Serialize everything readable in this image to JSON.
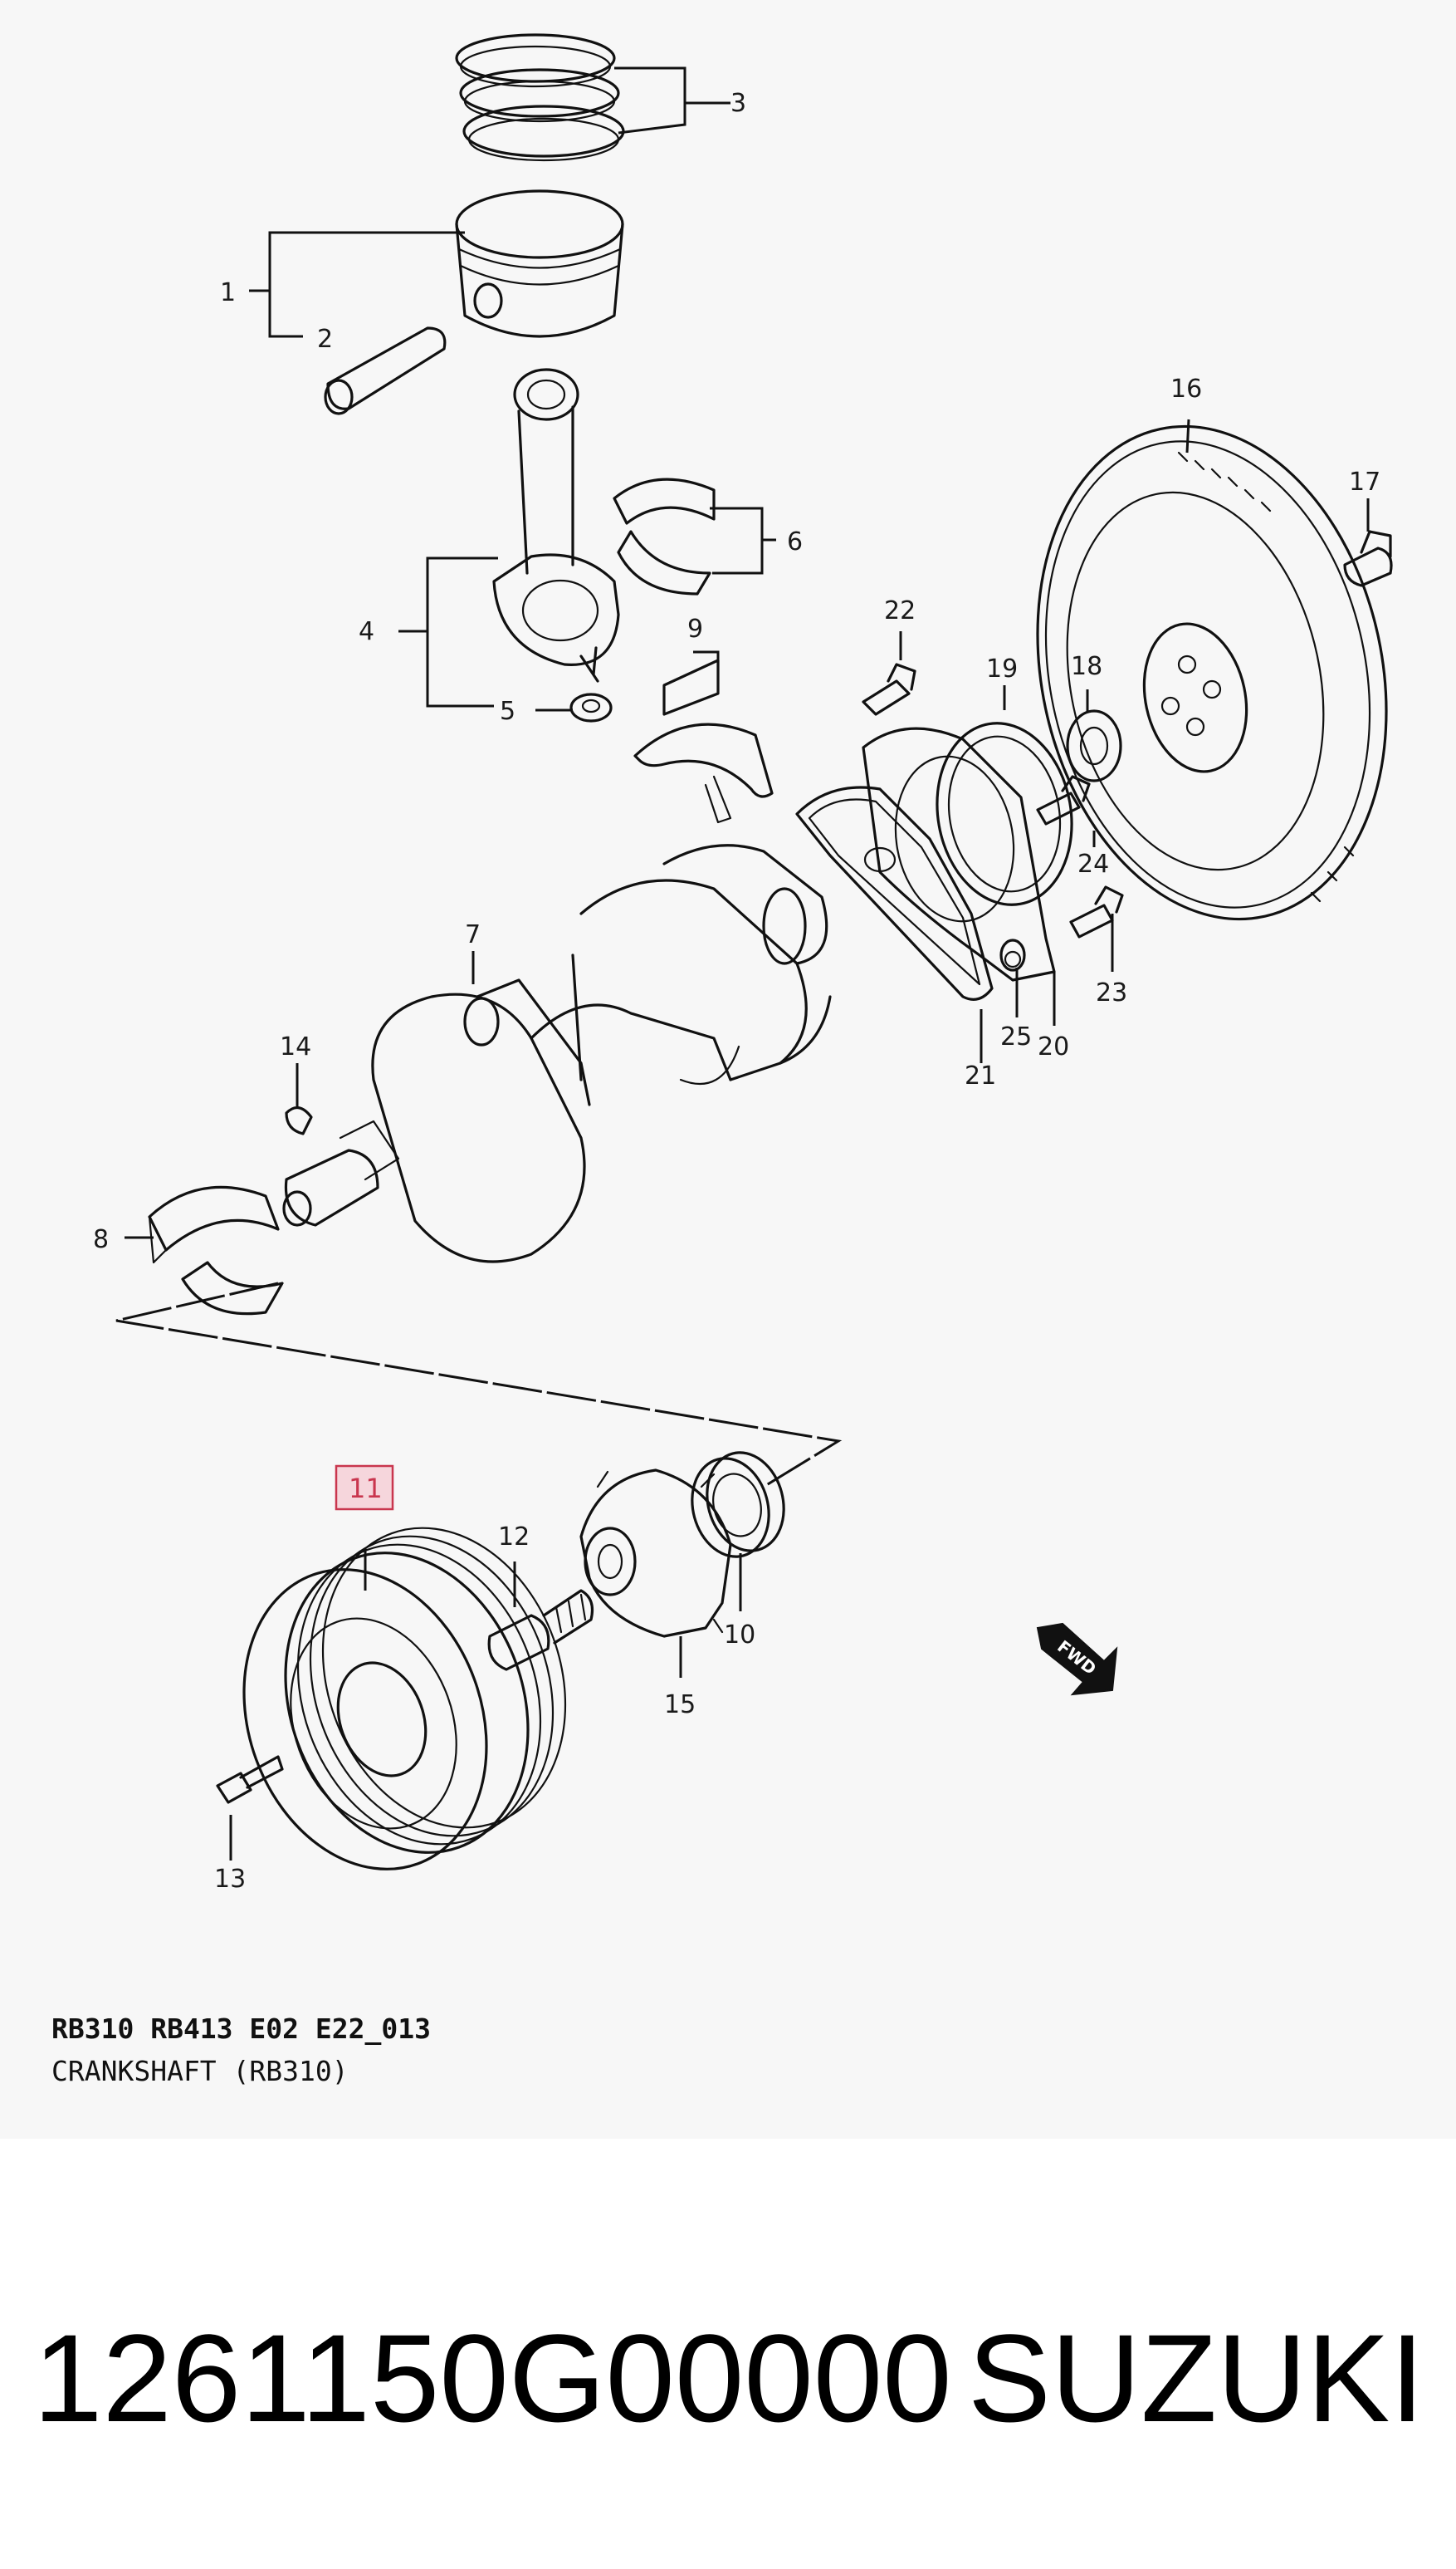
{
  "diagram": {
    "callouts": [
      "1",
      "2",
      "3",
      "4",
      "5",
      "6",
      "7",
      "8",
      "9",
      "10",
      "11",
      "12",
      "13",
      "14",
      "15",
      "16",
      "17",
      "18",
      "19",
      "20",
      "21",
      "22",
      "23",
      "24",
      "25"
    ],
    "highlighted_callout": "11",
    "fwd_marker": "FWD",
    "caption": {
      "code": "RB310 RB413 E02 E22_013",
      "title": "CRANKSHAFT (RB310)"
    }
  },
  "footer": {
    "part_number": "1261150G00000",
    "brand": "SUZUKI"
  },
  "colors": {
    "highlight_border": "#c9364e",
    "highlight_fill": "#f6d6dc",
    "line": "#111111",
    "panel": "#f7f7f7"
  }
}
